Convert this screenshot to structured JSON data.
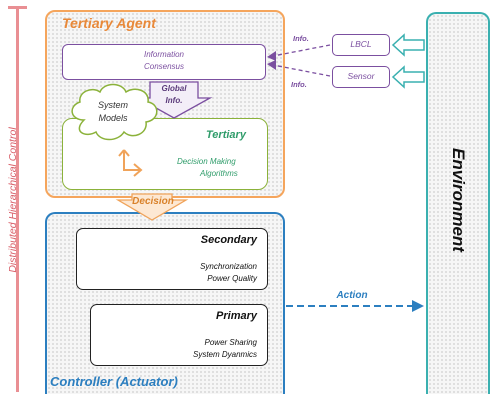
{
  "vertical_axis_label": "Distributed Hierarchical Control",
  "tertiary_agent": {
    "title": "Tertiary Agent",
    "info_consensus": [
      "Information",
      "Consensus"
    ],
    "global_info": [
      "Global",
      "Info."
    ],
    "system_models": [
      "System",
      "Models"
    ],
    "tertiary_title": "Tertiary",
    "decision_making": [
      "Decision Making",
      "Algorithms"
    ]
  },
  "inputs": {
    "lbcl": "LBCL",
    "sensor": "Sensor",
    "info_top": "Info.",
    "info_bottom": "Info."
  },
  "decision_label": "Decision",
  "controller": {
    "title": "Controller (Actuator)",
    "secondary": {
      "title": "Secondary",
      "lines": [
        "Synchronization",
        "Power Quality"
      ]
    },
    "primary": {
      "title": "Primary",
      "lines": [
        "Power Sharing",
        "System Dyanmics"
      ]
    }
  },
  "action_label": "Action",
  "environment_label": "Environment",
  "colors": {
    "agent_border": "#f5a55c",
    "agent_title": "#e8893a",
    "purple": "#7b4fa0",
    "tertiary_green": "#8bb23a",
    "tertiary_text": "#2f9c6a",
    "controller_blue": "#2c7fc0",
    "teal": "#3ab0b0",
    "axis_red": "#d9606a"
  }
}
